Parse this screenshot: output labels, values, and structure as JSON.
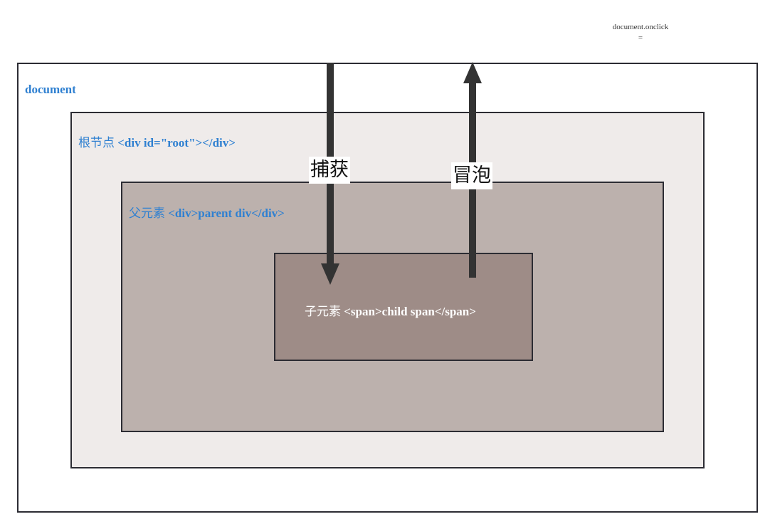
{
  "note": {
    "line1": "document.onclick",
    "line2": "="
  },
  "document_box": {
    "label": "document"
  },
  "root_box": {
    "label_cn": "根节点",
    "label_code": "<div id=\"root\"></div>"
  },
  "parent_box": {
    "label_cn": "父元素",
    "label_code": "<div>parent div</div>"
  },
  "child_box": {
    "label_cn": "子元素",
    "label_code": "<span>child span</span>"
  },
  "arrows": {
    "capture_label": "捕获",
    "bubble_label": "冒泡"
  },
  "colors": {
    "label_blue": "#2f80d1",
    "root_fill": "#efebea",
    "parent_fill": "#bcb1ad",
    "child_fill": "#9e8c87",
    "border": "#2c2c33",
    "arrow": "#333333"
  }
}
